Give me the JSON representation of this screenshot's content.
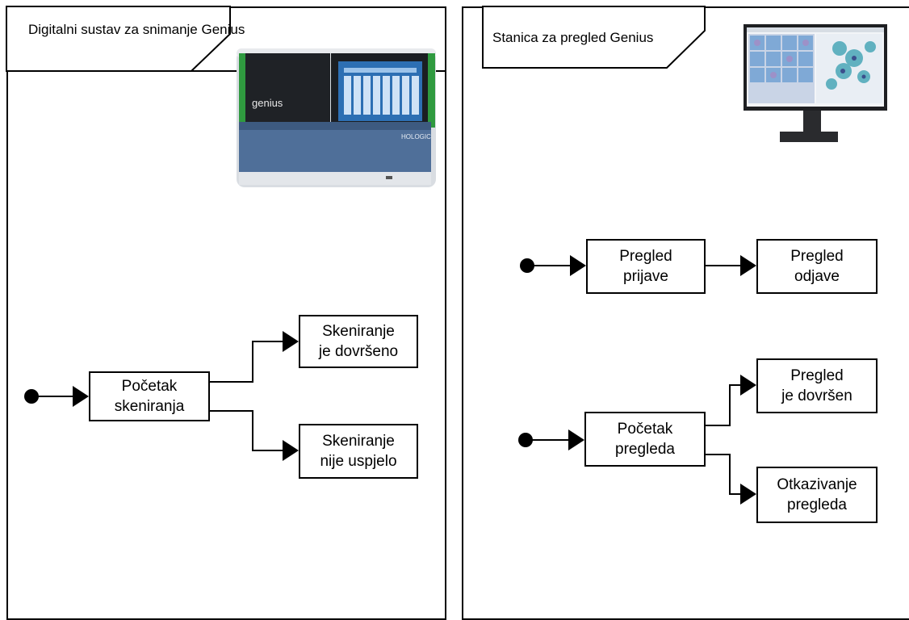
{
  "left_panel": {
    "title": "Digitalni sustav za\nsnimanje Genius",
    "device_image": "hologic-genius-digital-imager",
    "device_brand": "genius",
    "device_maker": "HOLOGIC",
    "nodes": {
      "start": "Početak\nskeniranja",
      "complete": "Skeniranje\nje dovršeno",
      "failed": "Skeniranje\nnije uspjelo"
    }
  },
  "right_panel": {
    "title": "Stanica za pregled Genius",
    "device_image": "review-station-monitor",
    "nodes": {
      "login": "Pregled\nprijave",
      "logout": "Pregled\nodjave",
      "start": "Početak\npregleda",
      "complete": "Pregled\nje dovršen",
      "cancel": "Otkazivanje\npregleda"
    }
  },
  "colors": {
    "stroke": "#000000",
    "device_blue": "#4f6f99",
    "accent_green": "#2f9a3f",
    "screen_blue": "#2d6fb3"
  }
}
